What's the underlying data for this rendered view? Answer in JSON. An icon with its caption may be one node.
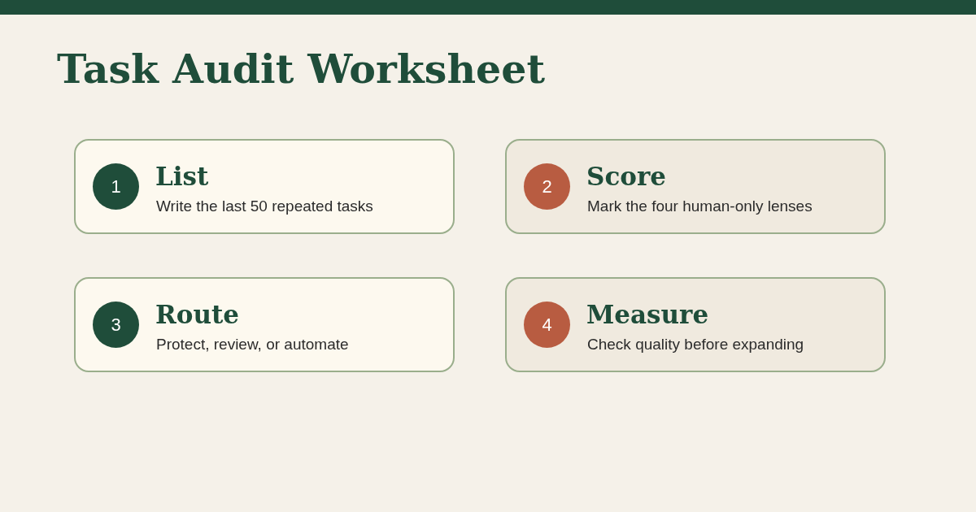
{
  "diagram": {
    "title": "Task Audit Worksheet",
    "nodes": [
      {
        "text": [
          "List",
          "Write the last 50 repeated tasks"
        ]
      },
      {
        "text": [
          "1"
        ],
        "in": 0
      },
      {
        "text": [
          "Score",
          "Mark the four human-only lenses"
        ]
      },
      {
        "text": [
          "2"
        ],
        "in": 2
      },
      {
        "text": [
          "Route",
          "Protect, review, or automate"
        ]
      },
      {
        "text": [
          "3"
        ],
        "in": 4
      },
      {
        "text": [
          "Measure",
          "Check quality before expanding"
        ]
      },
      {
        "text": [
          "4"
        ],
        "in": 6
      }
    ],
    "edges": []
  }
}
